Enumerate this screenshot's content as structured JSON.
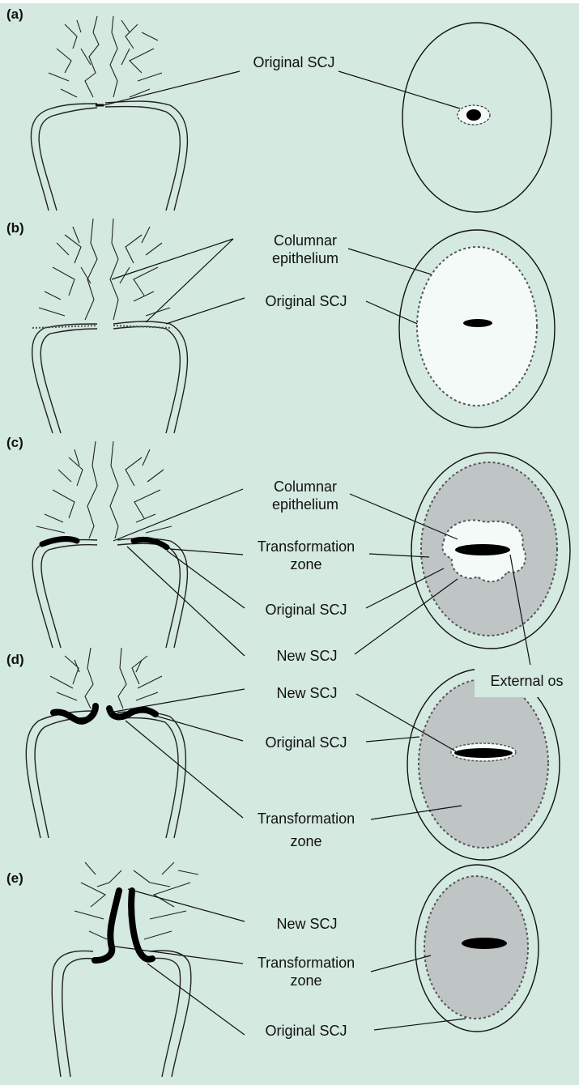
{
  "panels": [
    {
      "id": "a",
      "letter": "(a)",
      "labels": [
        "Original SCJ"
      ]
    },
    {
      "id": "b",
      "letter": "(b)",
      "labels": [
        "Columnar epithelium",
        "Original SCJ"
      ]
    },
    {
      "id": "c",
      "letter": "(c)",
      "labels": [
        "Columnar epithelium",
        "Transformation zone",
        "Original SCJ",
        "New SCJ",
        "External os"
      ]
    },
    {
      "id": "d",
      "letter": "(d)",
      "labels": [
        "New SCJ",
        "Original SCJ",
        "Transformation zone"
      ]
    },
    {
      "id": "e",
      "letter": "(e)",
      "labels": [
        "New SCJ",
        "Transformation zone",
        "Original SCJ"
      ]
    }
  ],
  "text": {
    "a_letter": "(a)",
    "b_letter": "(b)",
    "c_letter": "(c)",
    "d_letter": "(d)",
    "e_letter": "(e)",
    "a_orig": "Original SCJ",
    "b_col1": "Columnar",
    "b_col2": "epithelium",
    "b_orig": "Original SCJ",
    "c_col1": "Columnar",
    "c_col2": "epithelium",
    "c_tz1": "Transformation",
    "c_tz2": "zone",
    "c_orig": "Original SCJ",
    "c_new": "New SCJ",
    "c_extos": "External os",
    "d_new": "New SCJ",
    "d_orig": "Original SCJ",
    "d_tz1": "Transformation",
    "d_tz2": "zone",
    "e_new": "New SCJ",
    "e_tz1": "Transformation",
    "e_tz2": "zone",
    "e_orig": "Original SCJ"
  },
  "colors": {
    "background": "#d4e9e0",
    "ink": "#111111",
    "transformation_zone_fill": "#bfc4c4",
    "columnar_fill": "#f4faf8"
  }
}
